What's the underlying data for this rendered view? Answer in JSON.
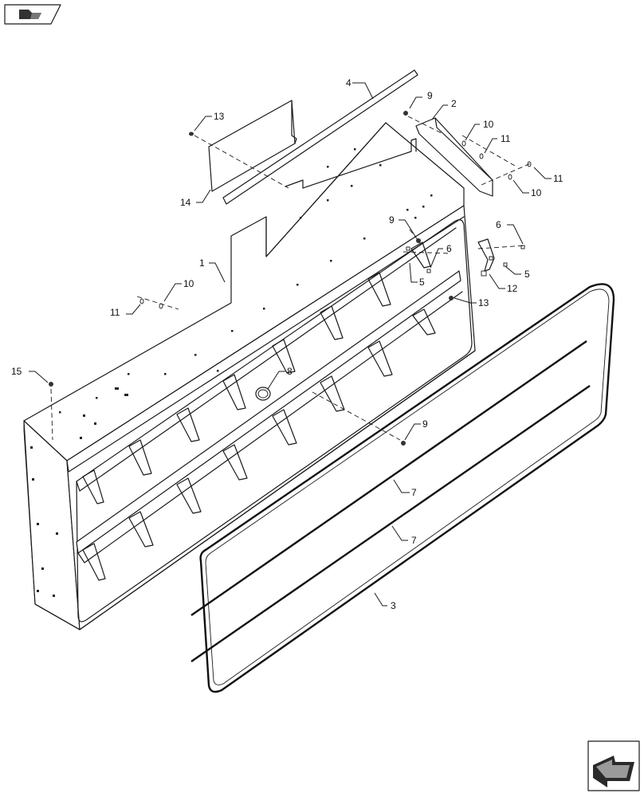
{
  "diagram": {
    "callouts": [
      {
        "id": "c4",
        "label": "4"
      },
      {
        "id": "c9a",
        "label": "9"
      },
      {
        "id": "c2",
        "label": "2"
      },
      {
        "id": "c13a",
        "label": "13"
      },
      {
        "id": "c10a",
        "label": "10"
      },
      {
        "id": "c11a",
        "label": "11"
      },
      {
        "id": "c11b",
        "label": "11"
      },
      {
        "id": "c10b",
        "label": "10"
      },
      {
        "id": "c14",
        "label": "14"
      },
      {
        "id": "c9b",
        "label": "9"
      },
      {
        "id": "c6a",
        "label": "6"
      },
      {
        "id": "c6b",
        "label": "6"
      },
      {
        "id": "c1",
        "label": "1"
      },
      {
        "id": "c5a",
        "label": "5"
      },
      {
        "id": "c5b",
        "label": "5"
      },
      {
        "id": "c12",
        "label": "12"
      },
      {
        "id": "c10c",
        "label": "10"
      },
      {
        "id": "c11c",
        "label": "11"
      },
      {
        "id": "c13b",
        "label": "13"
      },
      {
        "id": "c15",
        "label": "15"
      },
      {
        "id": "c8",
        "label": "8"
      },
      {
        "id": "c9c",
        "label": "9"
      },
      {
        "id": "c7a",
        "label": "7"
      },
      {
        "id": "c7b",
        "label": "7"
      },
      {
        "id": "c3",
        "label": "3"
      }
    ],
    "icons": {
      "top_left": "book-arrow-icon",
      "bottom_right": "next-page-arrow-icon"
    }
  }
}
